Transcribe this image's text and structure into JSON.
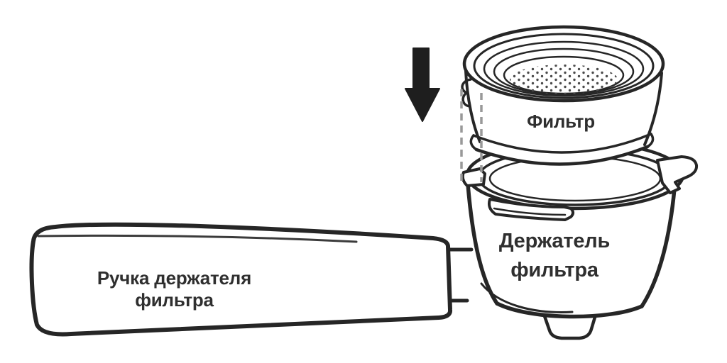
{
  "diagram": {
    "labels": {
      "filter": "Фильтр",
      "holder": "Держатель\nфильтра",
      "handle": "Ручка держателя фильтра"
    },
    "icons": {
      "arrow": "down-arrow-icon"
    },
    "colors": {
      "background": "#ffffff",
      "line": "#262626",
      "text": "#2f2f2f",
      "arrow": "#1e1e1e",
      "dashed_line": "#999999",
      "mesh_dot": "#4a4a4a"
    }
  }
}
